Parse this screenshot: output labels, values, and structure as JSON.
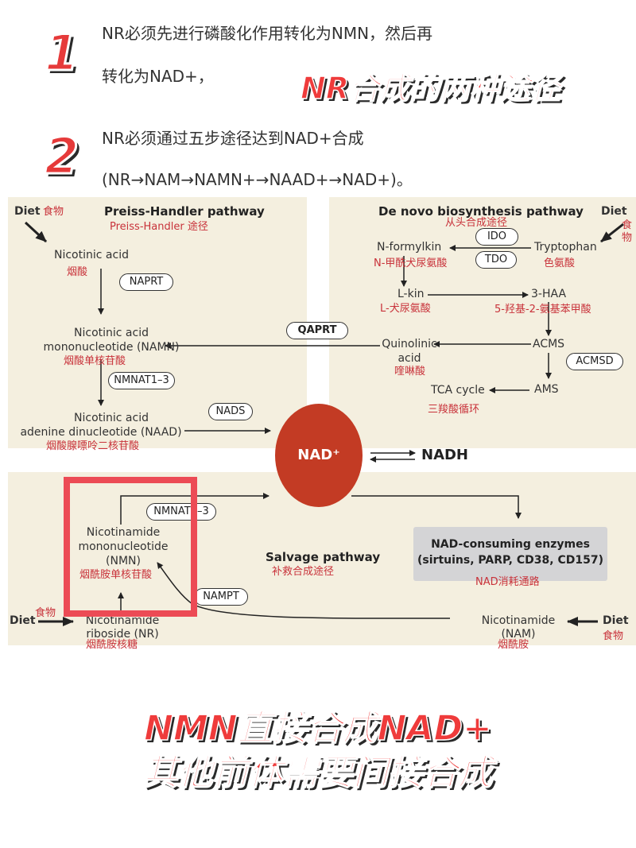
{
  "intro": {
    "n1": "1",
    "line1a": "NR必须先进行磷酸化作用转化为NMN，然后再",
    "line1b": "转化为NAD+，",
    "headline": "NR合成的两种途径",
    "n2": "2",
    "line2a": "NR必须通过五步途径达到NAD+合成",
    "line2b": "(NR→NAM→NAMN+→NAAD+→NAD+)。"
  },
  "preiss": {
    "diet": "Diet",
    "diet_cn": "食物",
    "title": "Preiss-Handler pathway",
    "title_cn": "Preiss-Handler 途径",
    "na": "Nicotinic acid",
    "na_cn": "烟酸",
    "naprt": "NAPRT",
    "namn1": "Nicotinic acid",
    "namn2": "mononucleotide (NAMN)",
    "namn_cn": "烟酸单核苷酸",
    "nmnat": "NMNAT1–3",
    "naad1": "Nicotinic acid",
    "naad2": "adenine dinucleotide (NAAD)",
    "naad_cn": "烟酸腺嘌呤二核苷酸",
    "nads": "NADS"
  },
  "denovo": {
    "diet": "Diet",
    "diet_cn": "食物",
    "title": "De novo biosynthesis pathway",
    "title_cn": "从头合成途径",
    "ido": "IDO",
    "tdo": "TDO",
    "nfk": "N-formylkin",
    "nfk_cn": "N-甲酰犬尿氨酸",
    "trp": "Tryptophan",
    "trp_cn": "色氨酸",
    "lkin": "L-kin",
    "lkin_cn": "L-犬尿氨酸",
    "haa": "3-HAA",
    "haa_cn": "5-羟基-2-氨基苯甲酸",
    "qaprt": "QAPRT",
    "quin1": "Quinolinic",
    "quin2": "acid",
    "quin_cn": "喹啉酸",
    "acms": "ACMS",
    "acmsd": "ACMSD",
    "tca": "TCA cycle",
    "tca_cn": "三羧酸循环",
    "ams": "AMS"
  },
  "center": {
    "nad": "NAD⁺",
    "nadh": "NADH"
  },
  "salvage": {
    "nmnat": "NMNAT1–3",
    "nmn1": "Nicotinamide",
    "nmn2": "mononucleotide",
    "nmn3": "(NMN)",
    "nmn_cn": "烟酰胺单核苷酸",
    "title": "Salvage pathway",
    "title_cn": "补救合成途径",
    "enz1": "NAD-consuming enzymes",
    "enz2": "(sirtuins, PARP, CD38, CD157)",
    "enz_cn": "NAD消耗通路",
    "nampt": "NAMPT",
    "diet_l": "Diet",
    "diet_l_cn": "食物",
    "nr1": "Nicotinamide",
    "nr2": "riboside (NR)",
    "nr_cn": "烟酰胺核糖",
    "nam1": "Nicotinamide",
    "nam2": "(NAM)",
    "nam_cn": "烟酰胺",
    "diet_r": "Diet",
    "diet_r_cn": "食物"
  },
  "footer": {
    "line1": "NMN直接合成NAD+",
    "line2": "其他前体需要间接合成"
  },
  "colors": {
    "accent_red": "#ef3b3b",
    "panel_bg": "#f4efdf",
    "nad_circle": "#c33b24",
    "highlight_box": "#ec4b55",
    "cn_label": "#c8323a"
  }
}
